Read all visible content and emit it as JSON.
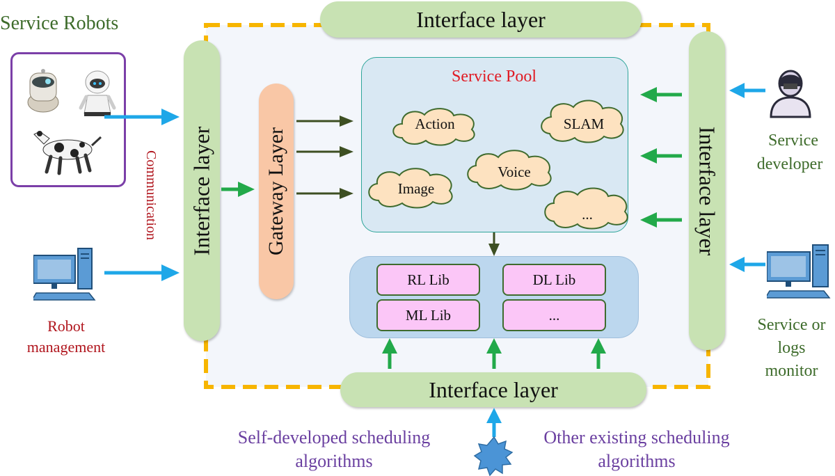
{
  "title": "Service Robots",
  "labels": {
    "interface_top": "Interface layer",
    "interface_left": "Interface layer",
    "interface_right": "Interface layer",
    "interface_bottom": "Interface layer",
    "gateway": "Gateway Layer",
    "service_pool": "Service Pool",
    "communication": "Communication",
    "robot_management_line1": "Robot",
    "robot_management_line2": "management",
    "service_developer_line1": "Service",
    "service_developer_line2": "developer",
    "logs_monitor_line1": "Service or",
    "logs_monitor_line2": "logs",
    "logs_monitor_line3": "monitor",
    "self_dev_line1": "Self-developed scheduling",
    "self_dev_line2": "algorithms",
    "other_line1": "Other existing scheduling",
    "other_line2": "algorithms"
  },
  "services": [
    "Action",
    "SLAM",
    "Voice",
    "Image",
    "..."
  ],
  "libs": [
    "RL Lib",
    "DL Lib",
    "ML Lib",
    "..."
  ],
  "colors": {
    "green_text": "#3d6b2a",
    "red_text": "#b0141c",
    "purple_text": "#6a3fa0",
    "pill_green": "#c8e2b3",
    "gateway_orange": "#f9c7a6",
    "pool_blue": "#d9e8f3",
    "lib_blue": "#bcd7ee",
    "lib_pink": "#fbc6f7",
    "cloud_fill": "#fde2c0",
    "dash_orange": "#f7b500",
    "arrow_green": "#22a94a",
    "arrow_cyan": "#1ea7e8",
    "arrow_dark": "#3d4f22"
  },
  "icons": [
    "robot-unit-icon",
    "humanoid-robot-icon",
    "robot-dog-icon",
    "computer-monitor-icon",
    "developer-person-icon",
    "monitor-computer-icon",
    "scheduler-starburst-icon"
  ]
}
